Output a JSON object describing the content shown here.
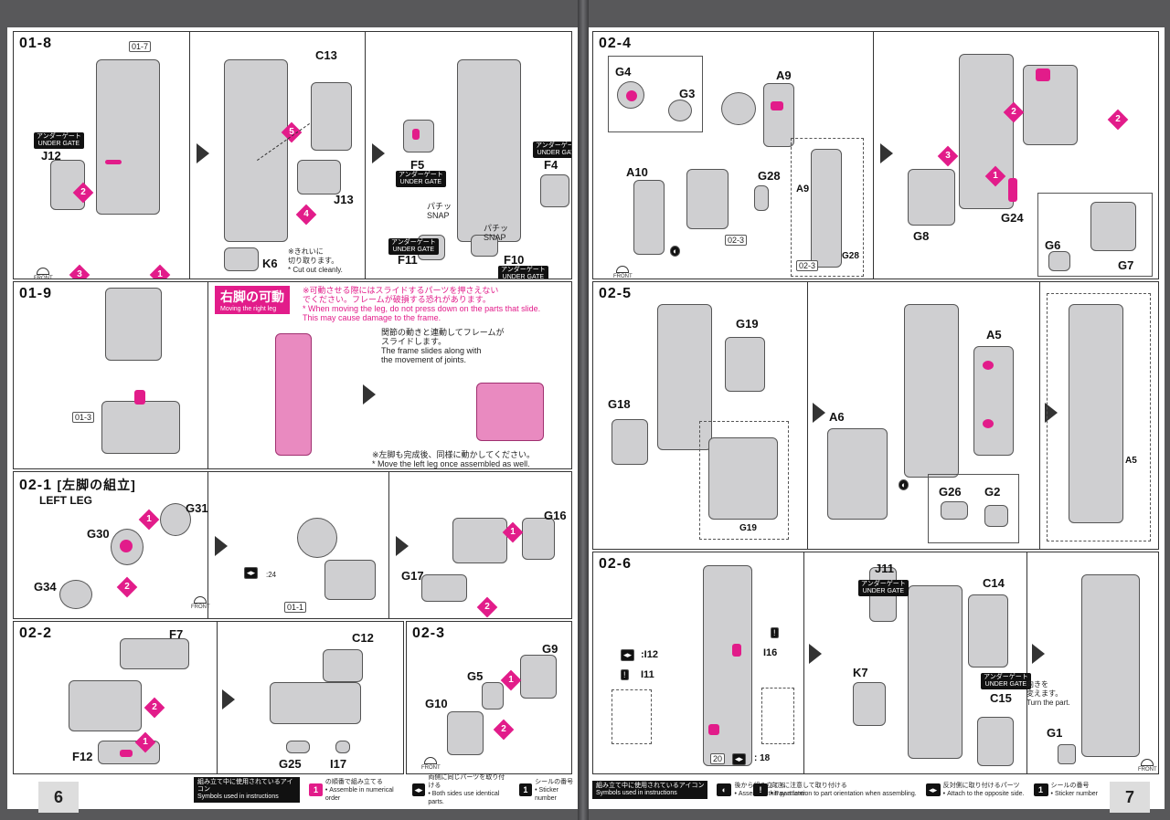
{
  "pages": {
    "left_number": "6",
    "right_number": "7"
  },
  "steps": {
    "s01_8": {
      "label": "01-8",
      "ref": "01-7",
      "parts": [
        "J12",
        "C13",
        "J13",
        "K6",
        "F5",
        "F4",
        "F11",
        "F10"
      ],
      "under_gate_jp": "アンダーゲート",
      "under_gate_en": "UNDER GATE",
      "cut_jp_1": "※きれいに",
      "cut_jp_2": "切り取ります。",
      "cut_en": "* Cut out cleanly.",
      "snap_jp": "パチッ",
      "snap_en": "SNAP"
    },
    "s01_9": {
      "label": "01-9",
      "ref": "01-3",
      "title_jp": "右脚の可動",
      "title_en": "Moving the right leg",
      "warn_jp_1": "※可動させる際にはスライドするパーツを押さえない",
      "warn_jp_2": "でください。フレームが破損する恐れがあります。",
      "warn_en_1": "* When moving the leg, do not press down on the parts that slide.",
      "warn_en_2": "This may cause damage to the frame.",
      "slide_jp_1": "関節の動きと連動してフレームが",
      "slide_jp_2": "スライドします。",
      "slide_en_1": "The frame slides along with",
      "slide_en_2": "the movement of joints.",
      "left_jp": "※左脚も完成後、同様に動かしてください。",
      "left_en": "* Move the left leg once assembled as well."
    },
    "s02_1": {
      "label": "02-1",
      "title_jp": "[左脚の組立]",
      "title_en": "LEFT LEG",
      "parts": [
        "G31",
        "G30",
        "G34",
        "G16",
        "G17"
      ],
      "ref": "01-1",
      "marker": "24"
    },
    "s02_2": {
      "label": "02-2",
      "parts": [
        "F7",
        "F12",
        "C12",
        "G25",
        "I17"
      ]
    },
    "s02_3": {
      "label": "02-3",
      "parts": [
        "G9",
        "G5",
        "G10"
      ]
    },
    "s02_4": {
      "label": "02-4",
      "parts": [
        "G4",
        "G3",
        "A9",
        "A10",
        "G28",
        "G8",
        "G24",
        "G6",
        "G7",
        "A9"
      ],
      "ref": "02-3",
      "sub_ref": "02-3",
      "sub_part": "G28"
    },
    "s02_5": {
      "label": "02-5",
      "parts": [
        "G19",
        "G18",
        "A5",
        "A6",
        "G26",
        "G2",
        "G19",
        "A5"
      ]
    },
    "s02_6": {
      "label": "02-6",
      "parts": [
        "J11",
        "C14",
        "K7",
        "C15",
        "G1",
        "I12",
        "I11",
        "I16",
        "20",
        "18"
      ],
      "turn_jp_1": "向きを",
      "turn_jp_2": "変えます。",
      "turn_en": "Turn the part."
    }
  },
  "legend": {
    "head_jp": "組み立て中に使用されているアイコン",
    "head_en": "Symbols used in instructions",
    "num_jp": "の順番で組み立てる",
    "num_en": "Assemble in numerical order",
    "both_jp": "両側に同じパーツを取り付ける",
    "both_en": "Both sides use identical parts.",
    "sticker_jp": "シールの番号",
    "sticker_en": "Sticker number",
    "back_jp": "後から組み立てる",
    "back_en": "Assemble this part later.",
    "orient_jp": "向きに注意して取り付ける",
    "orient_en": "Pay attention to part orientation when assembling.",
    "opp_jp": "反対側に取り付けるパーツ",
    "opp_en": "Attach to the opposite side."
  },
  "front_label": "FRONT",
  "colors": {
    "accent": "#e21c8a",
    "page": "#ffffff",
    "background": "#58585a"
  }
}
